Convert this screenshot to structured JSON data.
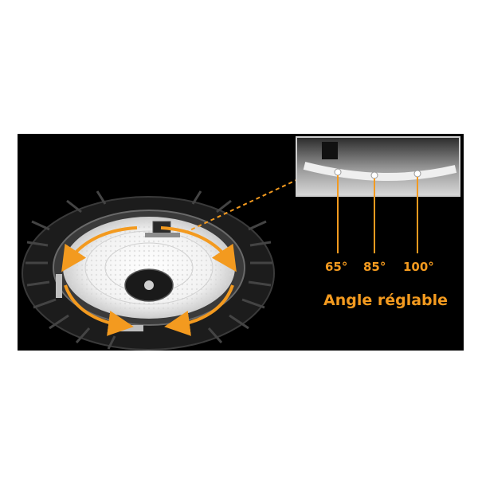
{
  "image": {
    "subject": "LED high bay light with adjustable bracket",
    "accent_color": "#f39a1f",
    "background_color": "#000000"
  },
  "angles": [
    "65°",
    "85°",
    "100°"
  ],
  "caption": "Angle réglable"
}
